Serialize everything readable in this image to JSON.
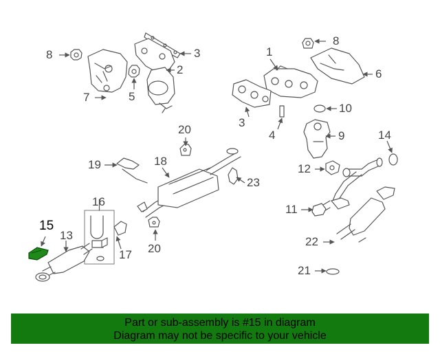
{
  "diagram": {
    "callouts": [
      {
        "id": "c8a",
        "label": "8"
      },
      {
        "id": "c3a",
        "label": "3"
      },
      {
        "id": "c2",
        "label": "2"
      },
      {
        "id": "c7",
        "label": "7"
      },
      {
        "id": "c5",
        "label": "5"
      },
      {
        "id": "c8b",
        "label": "8"
      },
      {
        "id": "c1",
        "label": "1"
      },
      {
        "id": "c6",
        "label": "6"
      },
      {
        "id": "c10",
        "label": "10"
      },
      {
        "id": "c3b",
        "label": "3"
      },
      {
        "id": "c4",
        "label": "4"
      },
      {
        "id": "c9",
        "label": "9"
      },
      {
        "id": "c20a",
        "label": "20"
      },
      {
        "id": "c14",
        "label": "14"
      },
      {
        "id": "c19",
        "label": "19"
      },
      {
        "id": "c18",
        "label": "18"
      },
      {
        "id": "c12",
        "label": "12"
      },
      {
        "id": "c23",
        "label": "23"
      },
      {
        "id": "c16",
        "label": "16"
      },
      {
        "id": "c11",
        "label": "11"
      },
      {
        "id": "c15",
        "label": "15"
      },
      {
        "id": "c13",
        "label": "13"
      },
      {
        "id": "c17",
        "label": "17"
      },
      {
        "id": "c20b",
        "label": "20"
      },
      {
        "id": "c22",
        "label": "22"
      },
      {
        "id": "c21",
        "label": "21"
      }
    ],
    "highlight_part": "15",
    "colors": {
      "line": "#555555",
      "highlight_part": "#1f8a1a",
      "banner_bg": "#137a0f",
      "banner_text": "#000000"
    }
  },
  "banner": {
    "line1": "Part or sub-assembly is #15 in diagram",
    "line2": "Diagram may not be specific to your vehicle"
  }
}
